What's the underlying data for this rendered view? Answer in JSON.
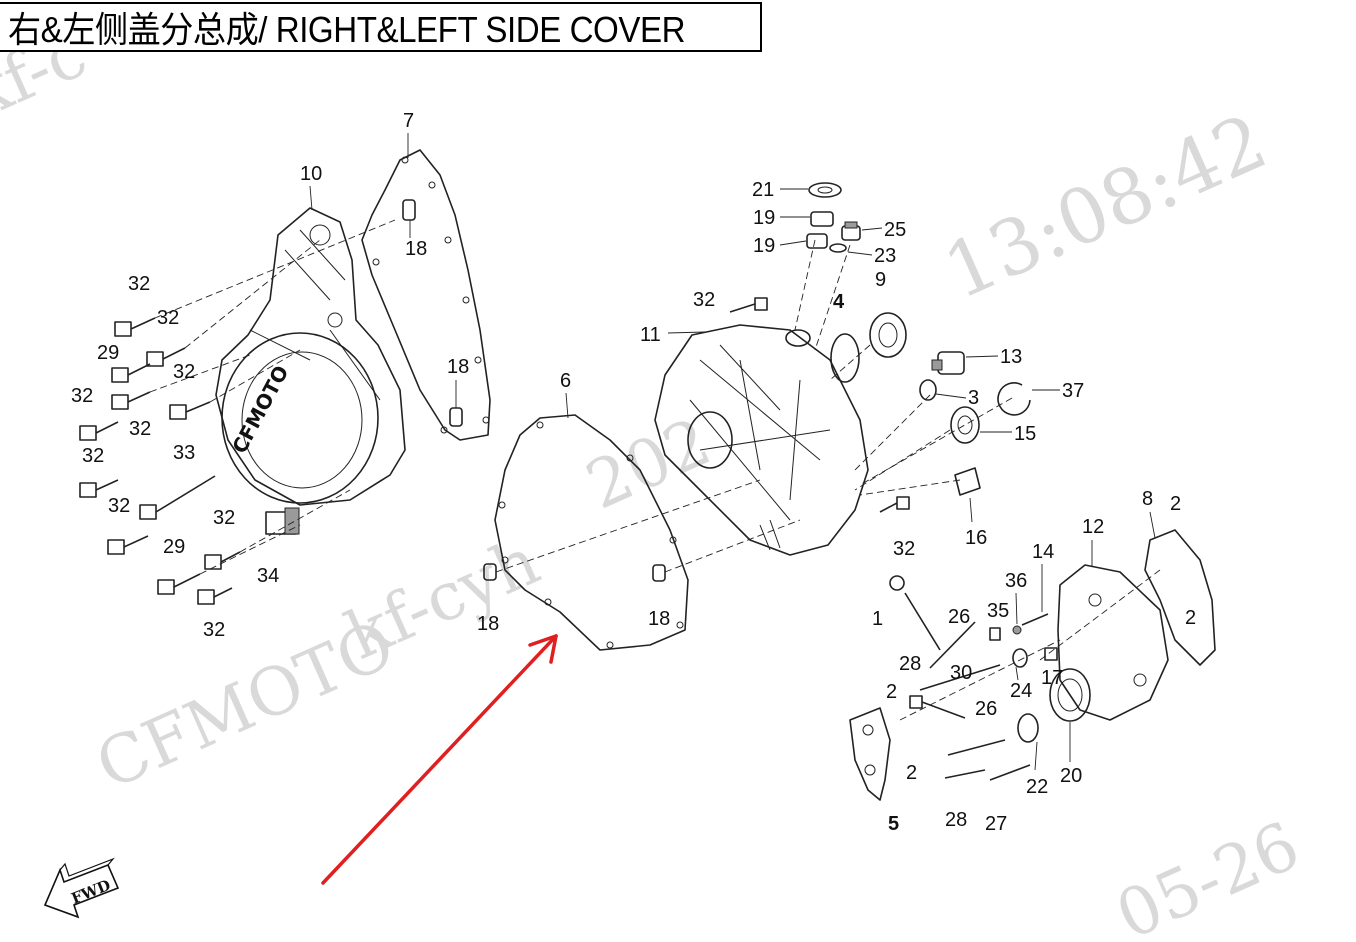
{
  "header": {
    "title": "右&左侧盖分总成/ RIGHT&LEFT SIDE COVER"
  },
  "watermarks": {
    "time": "13:08:42",
    "user": "kf-cyh",
    "brand": "CFMOTO",
    "date_fragment": "05-26",
    "date_partial": "202",
    "corner_fragment": "kf-c"
  },
  "fwd_label": "FWD",
  "cover_logo": "CFMOTO",
  "callouts": {
    "c7": "7",
    "c10": "10",
    "c18a": "18",
    "c18b": "18",
    "c18c": "18",
    "c18d": "18",
    "c32a": "32",
    "c32b": "32",
    "c32c": "32",
    "c32d": "32",
    "c32e": "32",
    "c32f": "32",
    "c32g": "32",
    "c32h": "32",
    "c32i": "32",
    "c32j": "32",
    "c32k": "32",
    "c29a": "29",
    "c29b": "29",
    "c33": "33",
    "c34": "34",
    "c6": "6",
    "c21": "21",
    "c19a": "19",
    "c19b": "19",
    "c25": "25",
    "c23": "23",
    "c9": "9",
    "c4": "4",
    "c11": "11",
    "c13": "13",
    "c3": "3",
    "c37": "37",
    "c15": "15",
    "c16": "16",
    "c8": "8",
    "c2a": "2",
    "c2b": "2",
    "c2c": "2",
    "c2d": "2",
    "c12": "12",
    "c14": "14",
    "c36": "36",
    "c1": "1",
    "c26a": "26",
    "c26b": "26",
    "c35": "35",
    "c28a": "28",
    "c28b": "28",
    "c30": "30",
    "c24": "24",
    "c17": "17",
    "c22": "22",
    "c20": "20",
    "c27": "27",
    "c5": "5"
  },
  "colors": {
    "arrow": "#e02020",
    "ink": "#111111",
    "watermark": "#d9d9d9"
  }
}
